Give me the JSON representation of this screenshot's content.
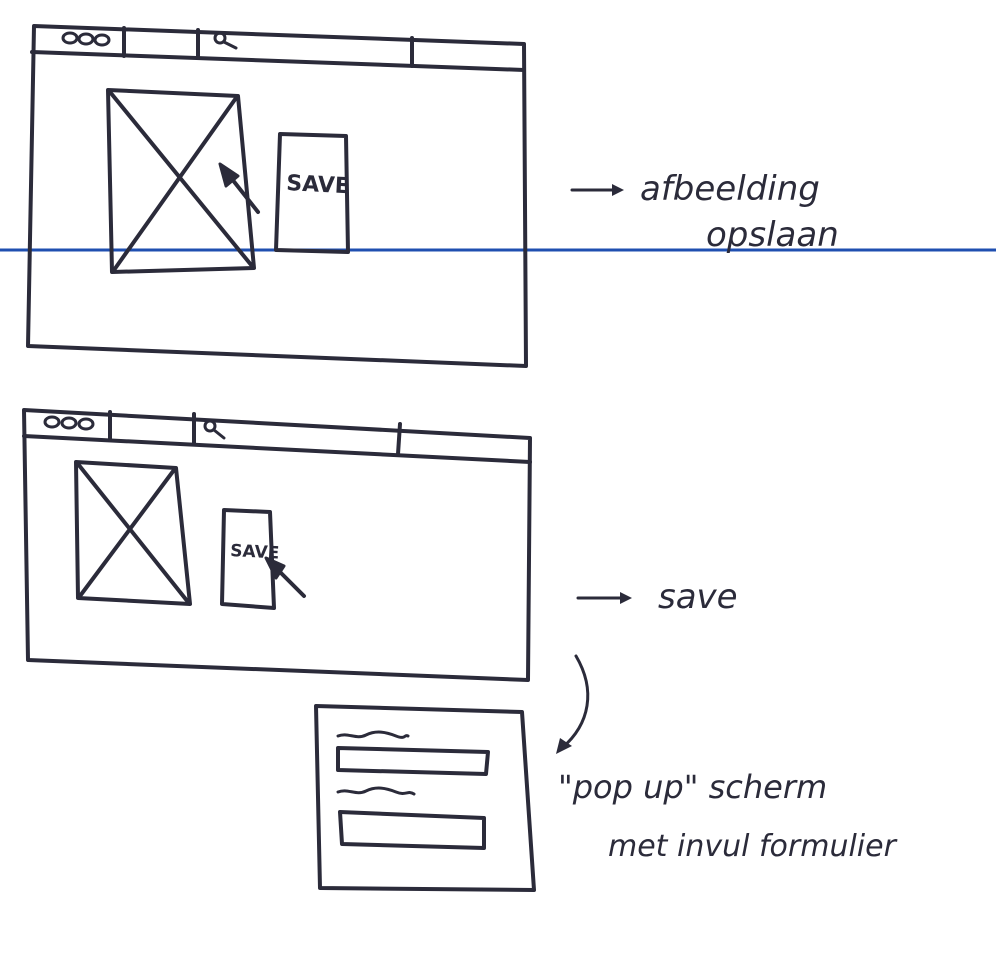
{
  "wireframe_1": {
    "save_button_label": "SAVE"
  },
  "wireframe_2": {
    "save_button_label": "SAVE"
  },
  "annotations": {
    "step_1_line_1": "afbeelding",
    "step_1_line_2": "opslaan",
    "step_2": "save",
    "step_3_line_1": "\"pop up\" scherm",
    "step_3_line_2": "met invul formulier"
  },
  "icons": {
    "window_controls": "three-dots-icon",
    "search": "search-icon",
    "image_placeholder": "image-placeholder-icon",
    "cursor": "cursor-arrow-icon"
  },
  "colors": {
    "ink": "#2b2b3a",
    "ruled_line": "#1f4fb0",
    "paper": "#ffffff"
  }
}
